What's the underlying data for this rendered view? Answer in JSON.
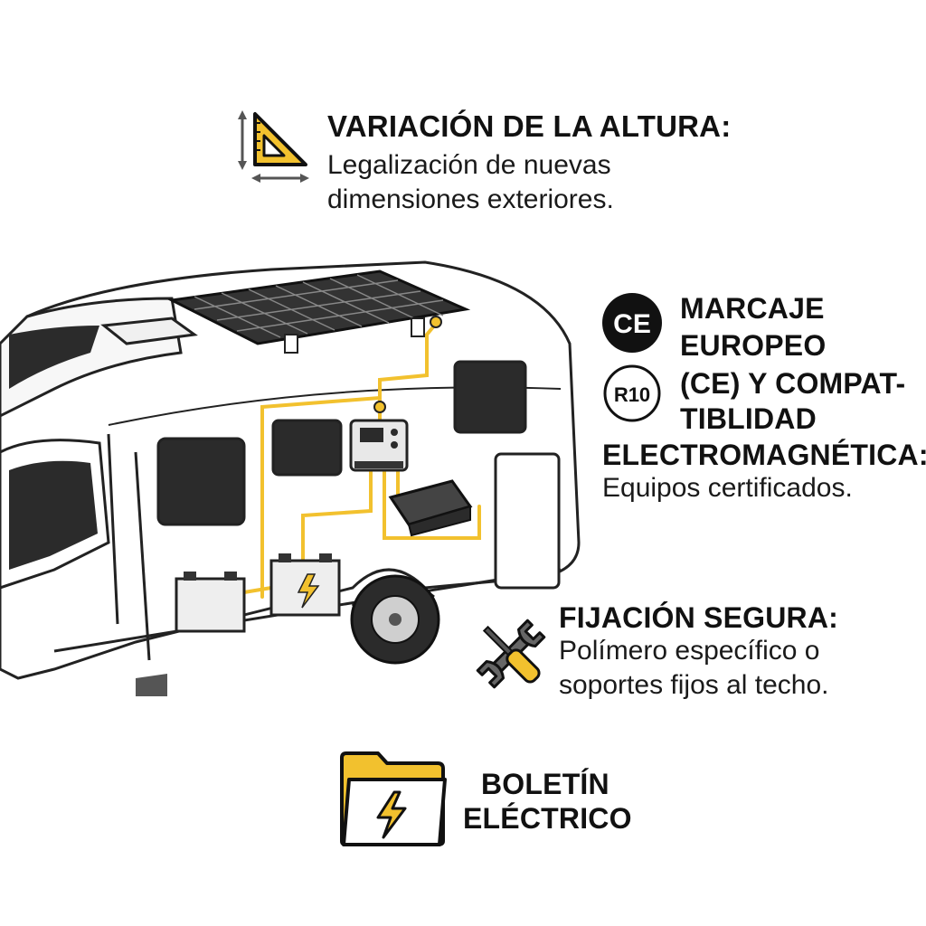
{
  "sections": {
    "altura": {
      "title": "VARIACIÓN DE LA ALTURA:",
      "desc_lines": [
        "Legalización de nuevas",
        "dimensiones exteriores."
      ],
      "icon": "set-square-ruler-icon"
    },
    "marcaje": {
      "title_lines": [
        "MARCAJE",
        "EUROPEO",
        "(CE) Y COMPAT-",
        "TIBLIDAD",
        "ELECTROMAGNÉTICA:"
      ],
      "desc": "Equipos certificados.",
      "ce_mark": "CE",
      "r10_mark": "R10"
    },
    "fijacion": {
      "title": "FIJACIÓN SEGURA:",
      "desc_lines": [
        "Polímero específico o",
        "soportes fijos al techo."
      ],
      "icon": "wrench-screwdriver-icon"
    },
    "boletin": {
      "title_lines": [
        "BOLETÍN",
        "ELÉCTRICO"
      ],
      "icon": "folder-lightning-icon"
    }
  },
  "colors": {
    "accent_yellow": "#F2C12E",
    "ink": "#111111",
    "van_body": "#ffffff",
    "window": "#2b2b2b"
  }
}
